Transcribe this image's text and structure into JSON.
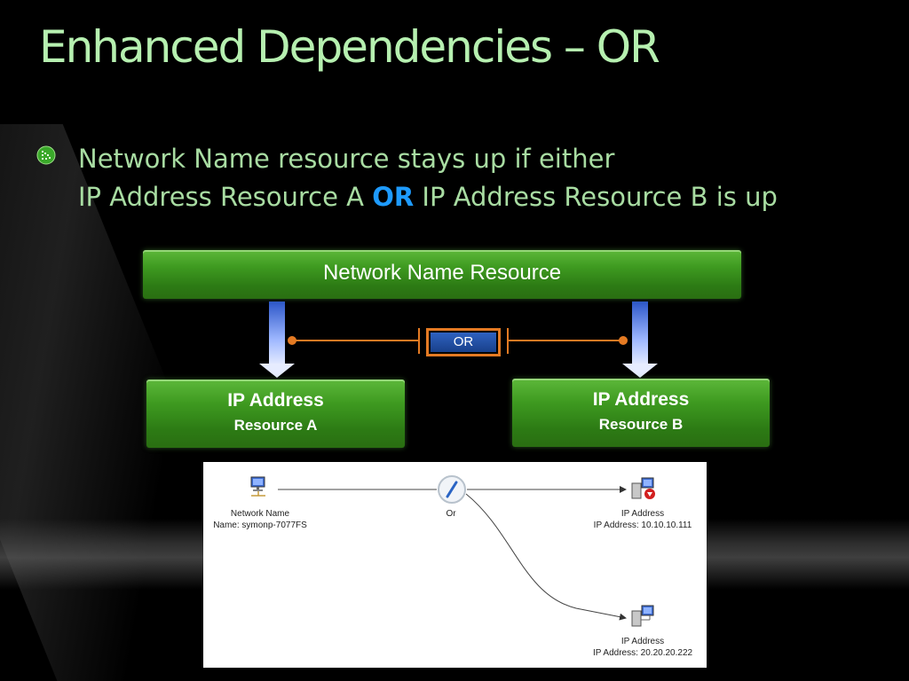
{
  "slide": {
    "title": "Enhanced Dependencies – OR",
    "bullet": {
      "line1": "Network Name resource stays up if either",
      "line2_before": "IP Address Resource A ",
      "line2_or": "OR",
      "line2_after": " IP Address Resource B is up"
    }
  },
  "diagram": {
    "network_name_box": "Network Name Resource",
    "or_label": "OR",
    "ip_a": {
      "line1": "IP Address",
      "line2": "Resource A"
    },
    "ip_b": {
      "line1": "IP Address",
      "line2": "Resource B"
    }
  },
  "dependency_view": {
    "network_name": {
      "title": "Network Name",
      "detail": "Name: symonp-7077FS"
    },
    "or_node": {
      "title": "Or"
    },
    "ip1": {
      "title": "IP Address",
      "detail": "IP Address: 10.10.10.111"
    },
    "ip2": {
      "title": "IP Address",
      "detail": "IP Address: 20.20.20.222"
    }
  },
  "colors": {
    "title": "#b6f0b0",
    "bullet_text": "#a8dca2",
    "or_highlight": "#1e9bff",
    "box_green": "#3e9a20",
    "connector_orange": "#e47a23",
    "arrow_blue": "#9fb8ff"
  },
  "icons": {
    "bullet": "bullet-icon",
    "network_name": "network-computer-icon",
    "or_node": "or-gate-icon",
    "ip_offline": "server-error-icon",
    "ip_online": "server-icon"
  }
}
